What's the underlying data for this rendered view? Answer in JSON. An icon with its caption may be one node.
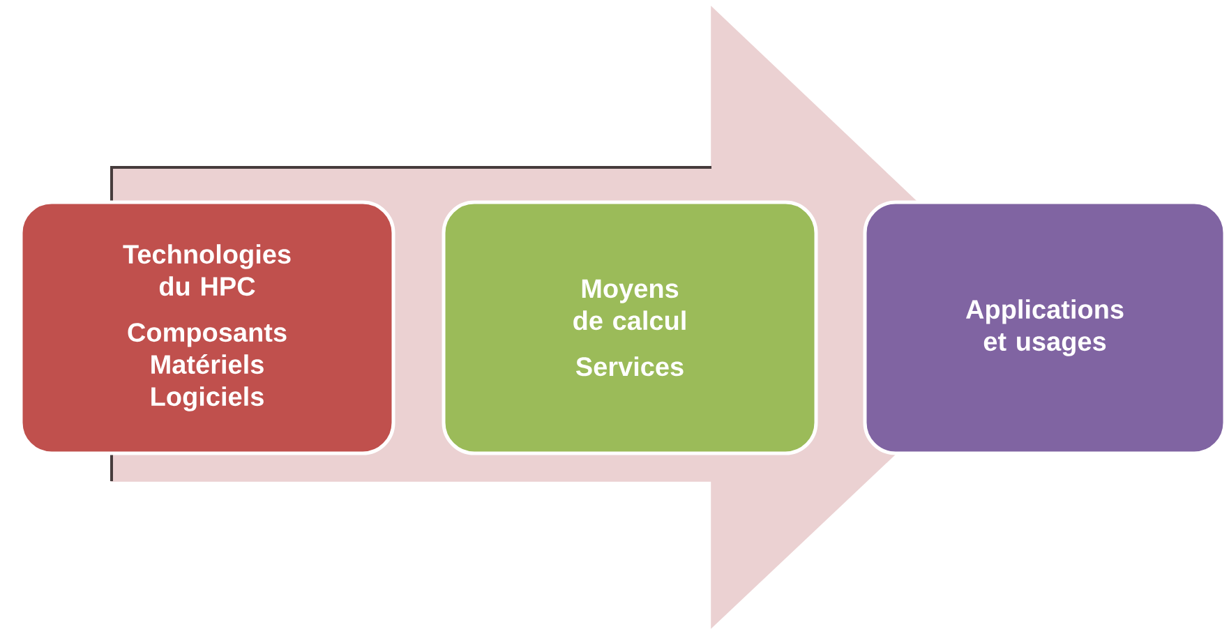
{
  "diagram": {
    "nodes": [
      {
        "text": [
          "Technologies du HPC",
          "Composants Matériels Logiciels"
        ]
      },
      {
        "text": [
          "Moyens de calcul",
          "Services"
        ]
      },
      {
        "text": [
          "Applications et usages"
        ]
      }
    ],
    "edges": [
      {
        "from": 0,
        "to": 2,
        "arrow": "to"
      }
    ]
  }
}
